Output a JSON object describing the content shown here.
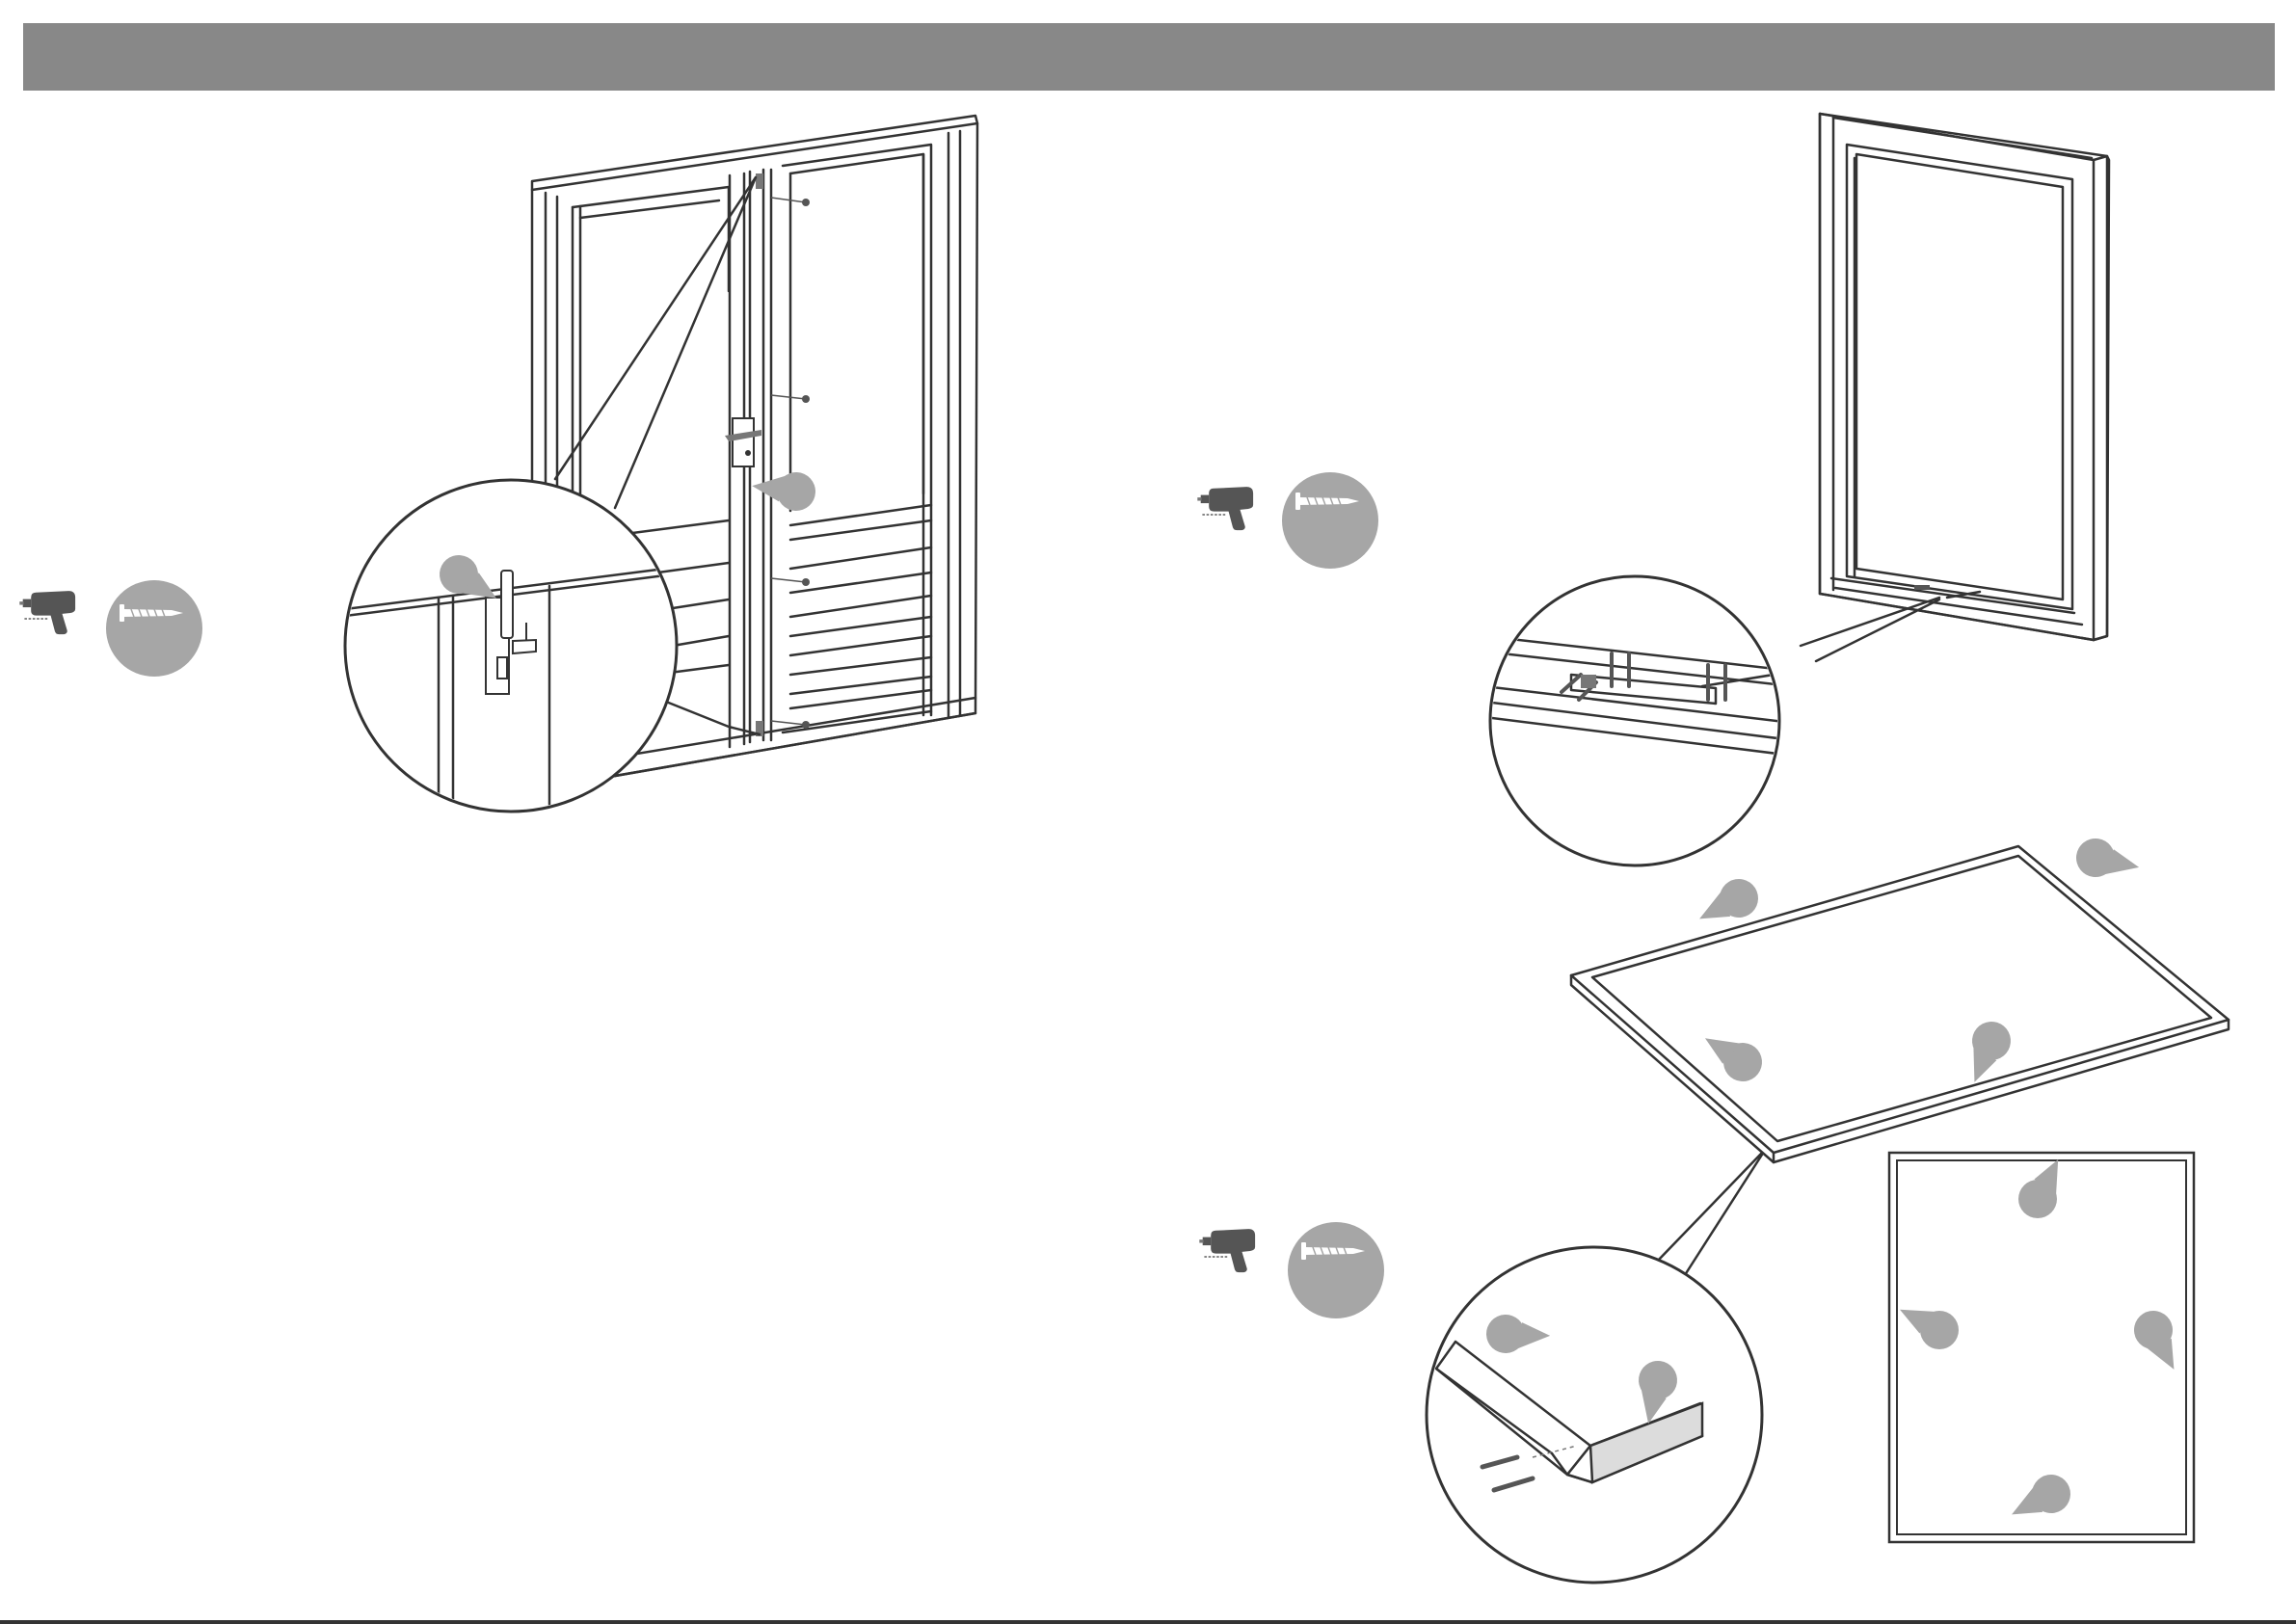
{
  "page": {
    "header_color": "#888888",
    "marker_color": "#a6a6a6",
    "line_color": "#333333",
    "drill_color": "#555555"
  },
  "steps": [
    {
      "id": "left-step",
      "tool": "drill-icon",
      "fastener": "screw-icon",
      "markers": 2
    },
    {
      "id": "right-top-step",
      "tool": "drill-icon",
      "fastener": "screw-icon",
      "markers": 0
    },
    {
      "id": "right-bottom-step",
      "tool": "drill-icon",
      "fastener": "screw-icon",
      "markers": 10
    }
  ]
}
